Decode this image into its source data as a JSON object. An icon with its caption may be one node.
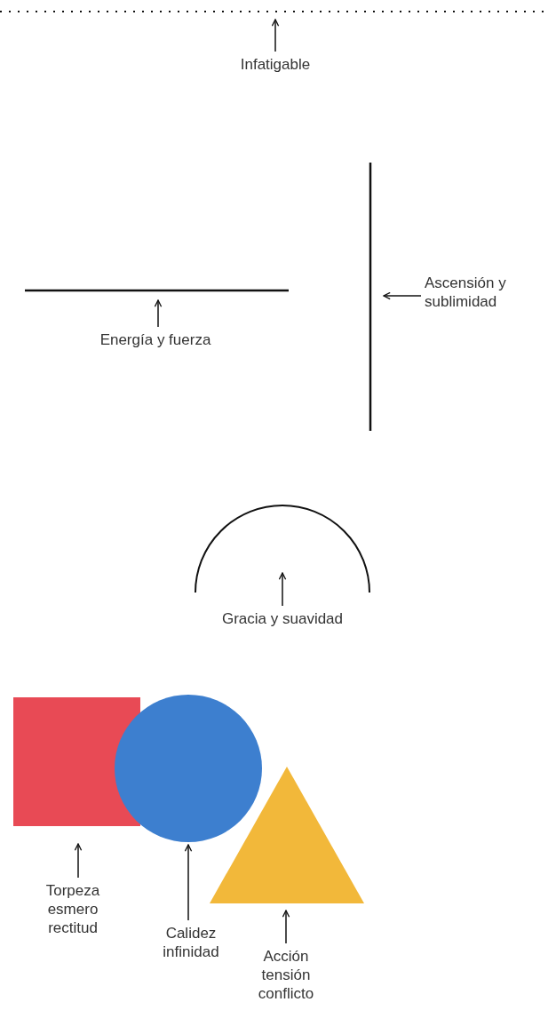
{
  "diagram": {
    "nodes": [
      {
        "text": [],
        "shape": "line"
      },
      {
        "text": [
          "Infatigable"
        ]
      },
      {
        "text": [],
        "shape": "line"
      },
      {
        "text": [
          "Energía y fuerza"
        ]
      },
      {
        "text": [],
        "shape": "line"
      },
      {
        "text": [
          "Ascensión y sublimidad"
        ]
      },
      {
        "text": [],
        "shape": "arc"
      },
      {
        "text": [
          "Gracia y suavidad"
        ]
      },
      {
        "text": [],
        "shape": "box"
      },
      {
        "text": [],
        "shape": "circle"
      },
      {
        "text": [],
        "shape": "triangle"
      },
      {
        "text": [
          "Torpeza esmero rectitud"
        ]
      },
      {
        "text": [
          "Calidez infinidad"
        ]
      },
      {
        "text": [
          "Acción tensión conflicto"
        ]
      }
    ],
    "edges": [
      {
        "from": 1,
        "to": 0,
        "arrow": "to"
      },
      {
        "from": 3,
        "to": 2,
        "arrow": "to"
      },
      {
        "from": 5,
        "to": 4,
        "arrow": "to"
      },
      {
        "from": 7,
        "to": 6,
        "arrow": "to"
      },
      {
        "from": 11,
        "to": 8,
        "arrow": "to"
      },
      {
        "from": 12,
        "to": 9,
        "arrow": "to"
      },
      {
        "from": 13,
        "to": 10,
        "arrow": "to"
      }
    ]
  }
}
